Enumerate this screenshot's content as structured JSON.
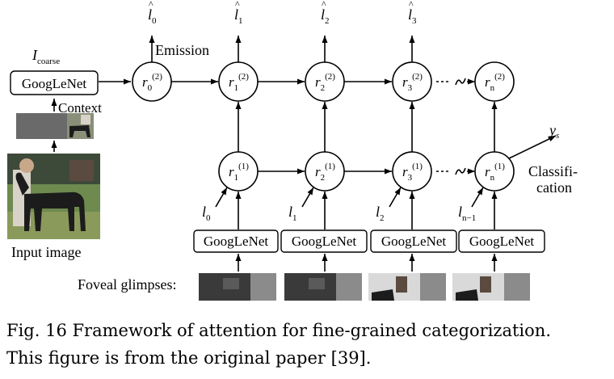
{
  "diagram": {
    "input_label": "Input image",
    "coarse_label": "I",
    "coarse_sub": "coarse",
    "context_label": "Context",
    "emission_label": "Emission",
    "classification_label_1": "Classifi-",
    "classification_label_2": "cation",
    "foveal_label": "Foveal glimpses:",
    "googlenet_label": "GoogLeNet",
    "ys_label": "y",
    "ys_sub": "s",
    "l_outputs": [
      {
        "main": "l",
        "sub": "0"
      },
      {
        "main": "l",
        "sub": "1"
      },
      {
        "main": "l",
        "sub": "2"
      },
      {
        "main": "l",
        "sub": "3"
      }
    ],
    "l_inputs": [
      {
        "main": "l",
        "sub": "0"
      },
      {
        "main": "l",
        "sub": "1"
      },
      {
        "main": "l",
        "sub": "2"
      },
      {
        "main": "l",
        "sub": "n−1"
      }
    ],
    "top_nodes": [
      {
        "main": "r",
        "sub": "0",
        "sup": "(2)"
      },
      {
        "main": "r",
        "sub": "1",
        "sup": "(2)"
      },
      {
        "main": "r",
        "sub": "2",
        "sup": "(2)"
      },
      {
        "main": "r",
        "sub": "3",
        "sup": "(2)"
      },
      {
        "main": "r",
        "sub": "n",
        "sup": "(2)"
      }
    ],
    "bottom_nodes": [
      {
        "main": "r",
        "sub": "1",
        "sup": "(1)"
      },
      {
        "main": "r",
        "sub": "2",
        "sup": "(1)"
      },
      {
        "main": "r",
        "sub": "3",
        "sup": "(1)"
      },
      {
        "main": "r",
        "sub": "n",
        "sup": "(1)"
      }
    ]
  },
  "caption": {
    "line1": "Fig. 16    Framework of attention for fine-grained categorization.",
    "line2": "This figure is from the original paper [39]."
  }
}
